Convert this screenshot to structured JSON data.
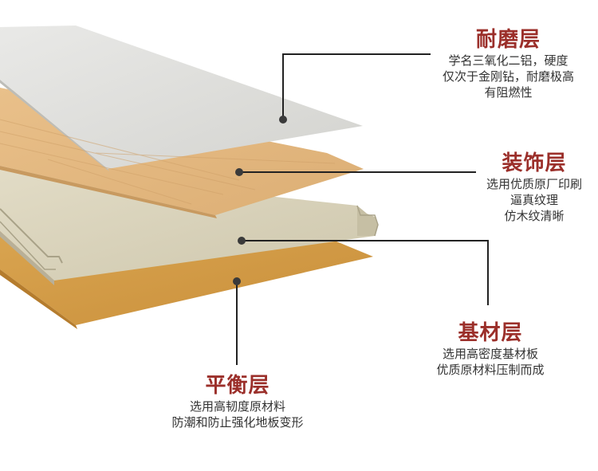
{
  "colors": {
    "title": "#9b2f2a",
    "text": "#333333",
    "line": "#222222",
    "wear_layer": "#dcdcd8",
    "decor_layer": "#e2b680",
    "substrate_layer": "#d9d3bd",
    "balance_layer": "#d29a45"
  },
  "layers": [
    {
      "title": "耐磨层",
      "lines": [
        "学名三氧化二铝，硬度",
        "仅次于金刚钻，耐磨极高",
        "有阻燃性"
      ]
    },
    {
      "title": "装饰层",
      "lines": [
        "选用优质原厂印刷",
        "逼真纹理",
        "仿木纹清晰"
      ]
    },
    {
      "title": "基材层",
      "lines": [
        "选用高密度基材板",
        "优质原材料压制而成"
      ]
    },
    {
      "title": "平衡层",
      "lines": [
        "选用高韧度原材料",
        "防潮和防止强化地板变形"
      ]
    }
  ]
}
